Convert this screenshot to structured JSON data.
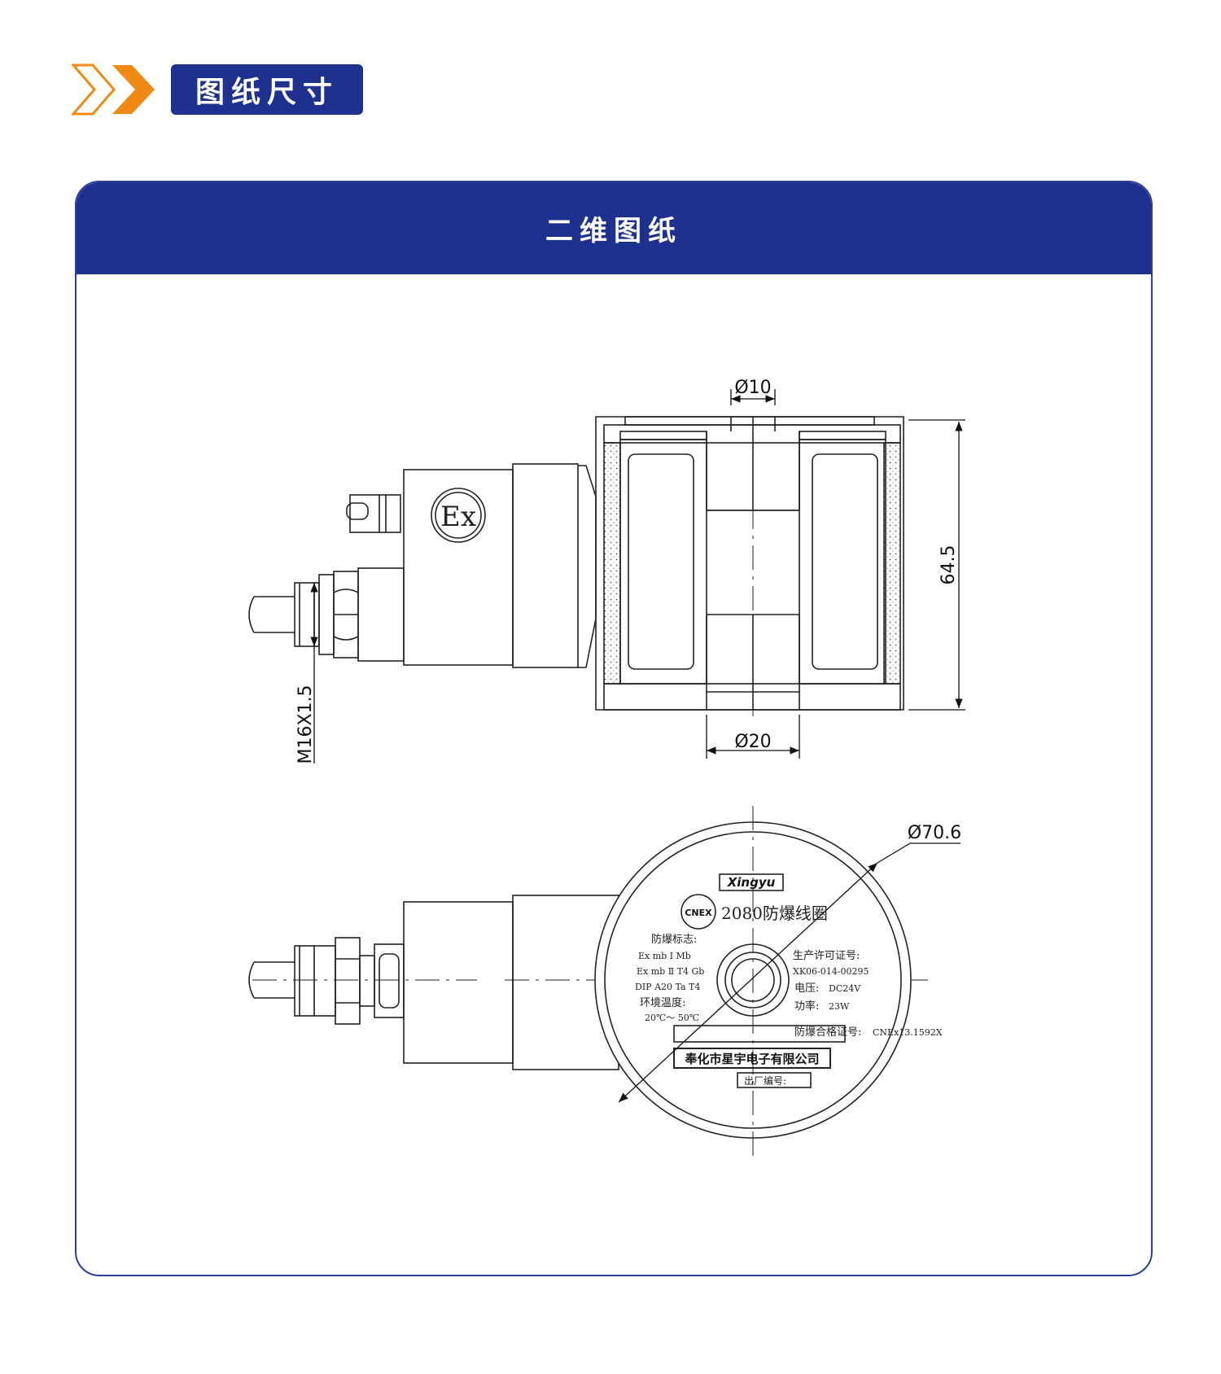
{
  "header": {
    "section_title": "图纸尺寸"
  },
  "card": {
    "title": "二维图纸"
  },
  "colors": {
    "navy": "#1e318f",
    "orange": "#f08a14"
  },
  "dimensions": {
    "d_top": "Ø10",
    "d_bottom": "Ø20",
    "height": "64.5",
    "thread": "M16X1.5",
    "d_outer": "Ø70.6"
  },
  "ex_mark": "Ex",
  "nameplate": {
    "logo": "Xingyu",
    "cnex": "CNEX",
    "product": "2080防爆线圈",
    "marking_title": "防爆标志:",
    "marking_1": "Ex mb Ⅰ Mb",
    "marking_2": "Ex mb Ⅱ T4 Gb",
    "marking_3": "DIP A20 Ta T4",
    "env_title": "环境温度:",
    "env_value": "20℃～ 50℃",
    "license_title": "生产许可证号:",
    "license_no": "XK06-014-00295",
    "voltage_label": "电压:",
    "voltage_value": "DC24V",
    "power_label": "功率:",
    "power_value": "23W",
    "cert_label": "防爆合格证号:",
    "cert_value": "CNEx13.1592X",
    "company": "奉化市星宇电子有限公司",
    "serial_label": "出厂编号:"
  }
}
